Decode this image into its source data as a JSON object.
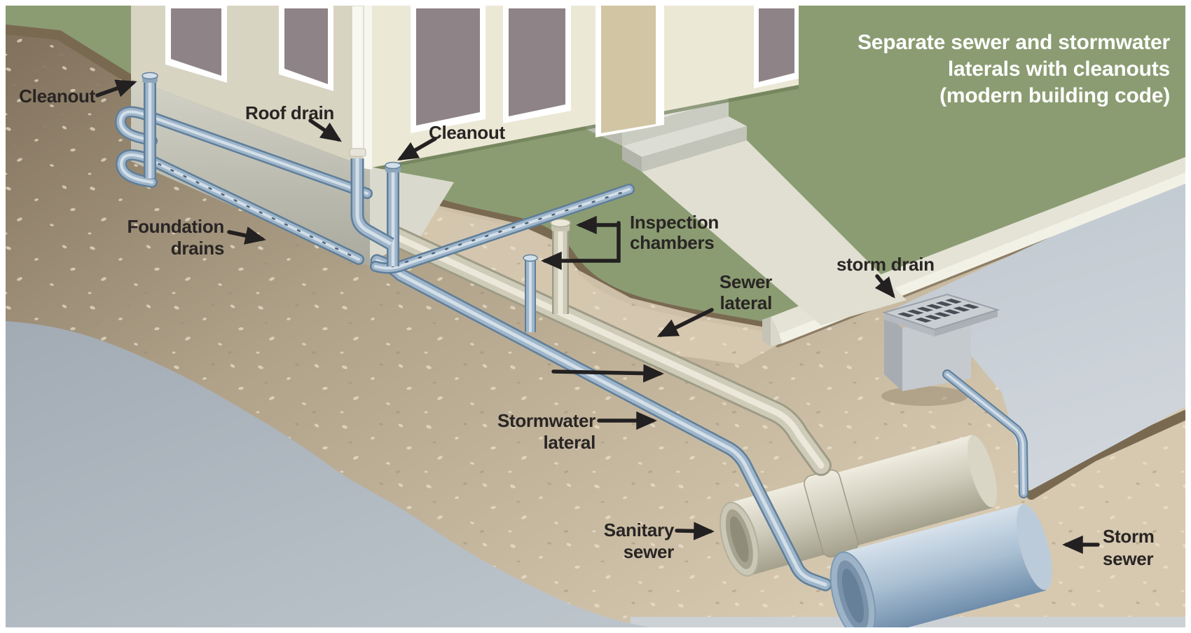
{
  "diagram": {
    "title": "Separate sewer and stormwater\nlaterals with cleanouts\n(modern building code)",
    "labels": {
      "cleanout_left": "Cleanout",
      "roof_drain": "Roof drain",
      "cleanout_right": "Cleanout",
      "foundation_drains": "Foundation\ndrains",
      "inspection_chambers": "Inspection\nchambers",
      "sewer_lateral": "Sewer\nlateral",
      "storm_drain": "storm drain",
      "stormwater_lateral": "Stormwater\nlateral",
      "sanitary_sewer": "Sanitary\nsewer",
      "storm_sewer": "Storm\nsewer"
    },
    "colors": {
      "grass": "#8b9c72",
      "soil_dark": "#7e6e5a",
      "soil_mid": "#b7a98f",
      "soil_light": "#d6c9b0",
      "soil_cut": "#7a6951",
      "trench": "#d7cab1",
      "bedrock": "#a9b2bb",
      "street": "#c5ccd3",
      "sidewalk": "#e4e3d6",
      "walkway": "#e0dfd2",
      "house_wall_left": "#d8d4c2",
      "house_wall_right": "#ece8d6",
      "window": "#8e8386",
      "door": "#d2c5a3",
      "foundation": "#c9c9bd",
      "pipe_blue": "#9fb6ca",
      "pipe_blue_dark": "#5f7e9a",
      "pipe_blue_light": "#d3dfe9",
      "pipe_beige": "#cecbb9",
      "pipe_beige_dark": "#9e9b87",
      "pipe_beige_light": "#ebe8da",
      "label_text": "#292524",
      "title_text": "#ffffff",
      "arrow": "#232021"
    }
  }
}
